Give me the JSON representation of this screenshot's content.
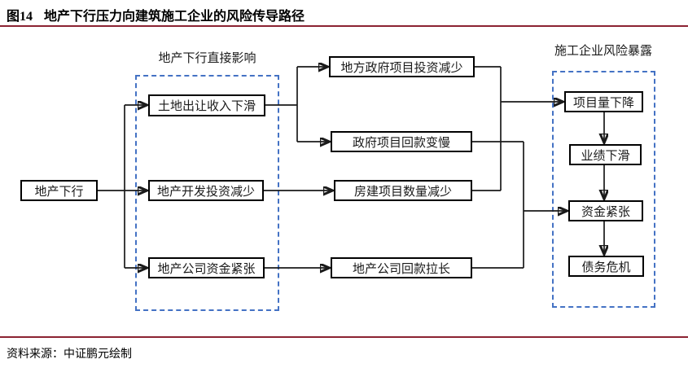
{
  "header": {
    "figure_label": "图14",
    "figure_title": "地产下行压力向建筑施工企业的风险传导路径"
  },
  "footer": {
    "source": "资料来源：中证鹏元绘制"
  },
  "colors": {
    "accent_rule": "#8C2332",
    "group_dashed_border": "#4472C4",
    "node_border": "#000000"
  },
  "flow": {
    "start": "地产下行",
    "direct_group_label": "地产下行直接影响",
    "direct": [
      "土地出让收入下滑",
      "地产开发投资减少",
      "地产公司资金紧张"
    ],
    "secondary": [
      "地方政府项目投资减少",
      "政府项目回款变慢",
      "房建项目数量减少",
      "地产公司回款拉长"
    ],
    "exposure_group_label": "施工企业风险暴露",
    "exposure": [
      "项目量下降",
      "业绩下滑",
      "资金紧张",
      "债务危机"
    ]
  }
}
